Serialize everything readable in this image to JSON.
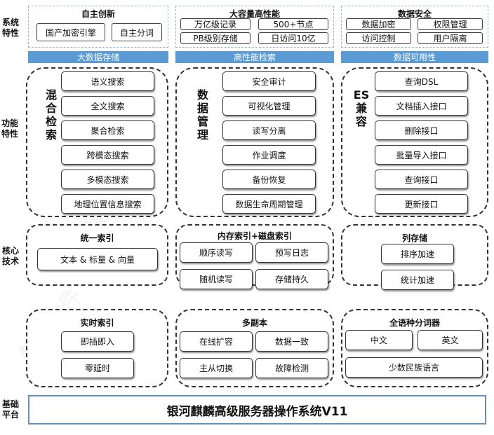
{
  "row_labels": {
    "system": "系统\n特性",
    "function": "功能\n特性",
    "core": "核心\n技术",
    "base": "基础\n平台"
  },
  "top": [
    {
      "title": "自主创新",
      "items": [
        "国产加密引擎",
        "自主分词"
      ]
    },
    {
      "title": "大容量高性能",
      "items": [
        "万亿级记录",
        "500+节点",
        "PB级别存储",
        "日访问10亿"
      ]
    },
    {
      "title": "数据安全",
      "items": [
        "数据加密",
        "权限管理",
        "访问控制",
        "用户隔离"
      ]
    }
  ],
  "bars": [
    "大数据存储",
    "高性能检索",
    "数据可用性"
  ],
  "function_panels": [
    {
      "title": "混\n合\n检\n索",
      "items": [
        "语义搜索",
        "全文搜索",
        "聚合检索",
        "跨模态搜索",
        "多模态搜索",
        "地理位置信息搜索"
      ]
    },
    {
      "title": "数\n据\n管\n理",
      "items": [
        "安全审计",
        "可视化管理",
        "读写分离",
        "作业调度",
        "备份恢复",
        "数据生命周期管理"
      ]
    },
    {
      "title": "ES\n兼\n容",
      "items": [
        "查询DSL",
        "文档插入接口",
        "删除接口",
        "批量导入接口",
        "查询接口",
        "更新接口"
      ]
    }
  ],
  "core_row1": [
    {
      "title": "统一索引",
      "items": [
        "文本 & 标量 & 向量"
      ]
    },
    {
      "title": "内存索引+磁盘索引",
      "items": [
        "顺序读写",
        "预写日志",
        "随机读写",
        "存储持久"
      ]
    },
    {
      "title": "列存储",
      "items": [
        "排序加速",
        "统计加速"
      ]
    }
  ],
  "core_row2": [
    {
      "title": "实时索引",
      "items": [
        "即插即入",
        "零延时"
      ]
    },
    {
      "title": "多副本",
      "items": [
        "在线扩容",
        "数据一致",
        "主从切换",
        "故障检测"
      ]
    },
    {
      "title": "全语种分词器",
      "items": [
        "中文",
        "英文",
        "少数民族语言"
      ]
    }
  ],
  "base_platform": "银河麒麟高级服务器操作系统V11",
  "watermark": [
    "麒麟软件",
    "麒麟软件",
    "麒麟软件",
    "麒麟软件"
  ],
  "colors": {
    "bar": "#5b9bd5",
    "top_border": "#9ab0c8",
    "base_border": "#6a8fb5"
  }
}
